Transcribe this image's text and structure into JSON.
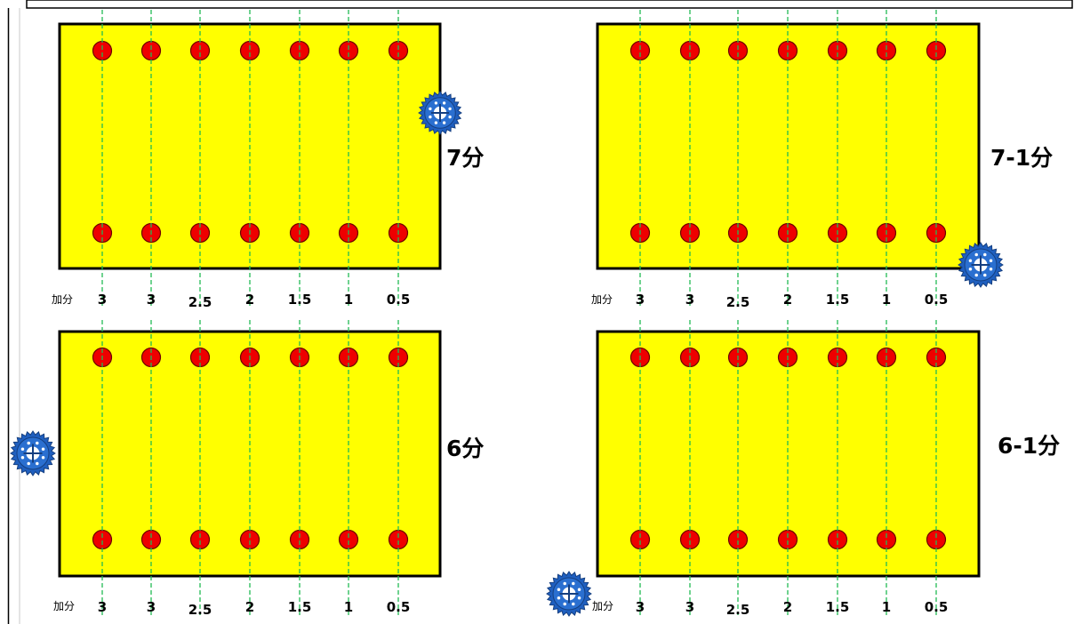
{
  "colors": {
    "board_fill": "#ffff00",
    "board_stroke": "#000000",
    "hole_fill": "#ee0000",
    "hole_stroke": "#6b0000",
    "guide_line": "#22bb55",
    "gear": "#1f5fbf"
  },
  "bonus_label": "加分",
  "column_points": [
    "3",
    "3",
    "2.5",
    "2",
    "1.5",
    "1",
    "0.5"
  ],
  "icons": {
    "hole": "red-hole-icon",
    "gear": "blue-gear-icon"
  },
  "panels": [
    {
      "id": "top-left",
      "score_label": "7分",
      "gear_position": "right-edge-upper"
    },
    {
      "id": "top-right",
      "score_label": "7-1分",
      "gear_position": "bottom-right-corner"
    },
    {
      "id": "bottom-left",
      "score_label": "6分",
      "gear_position": "left-of-board-middle"
    },
    {
      "id": "bottom-right",
      "score_label": "6-1分",
      "gear_position": "bottom-left-outside"
    }
  ]
}
